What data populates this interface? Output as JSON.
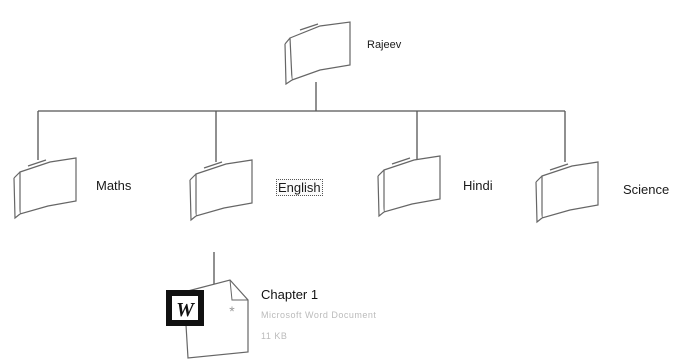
{
  "root": {
    "label": "Rajeev",
    "icon": "folder-icon"
  },
  "folders": [
    {
      "label": "Maths",
      "icon": "folder-icon",
      "selected": false
    },
    {
      "label": "English",
      "icon": "folder-icon",
      "selected": true
    },
    {
      "label": "Hindi",
      "icon": "folder-icon",
      "selected": false
    },
    {
      "label": "Science",
      "icon": "folder-icon",
      "selected": false
    }
  ],
  "document": {
    "title": "Chapter 1",
    "type": "Microsoft Word Document",
    "size": "11 KB",
    "icon": "word-document-icon"
  },
  "colors": {
    "line": "#555555",
    "outline": "#777777",
    "word_badge": "#111111"
  }
}
